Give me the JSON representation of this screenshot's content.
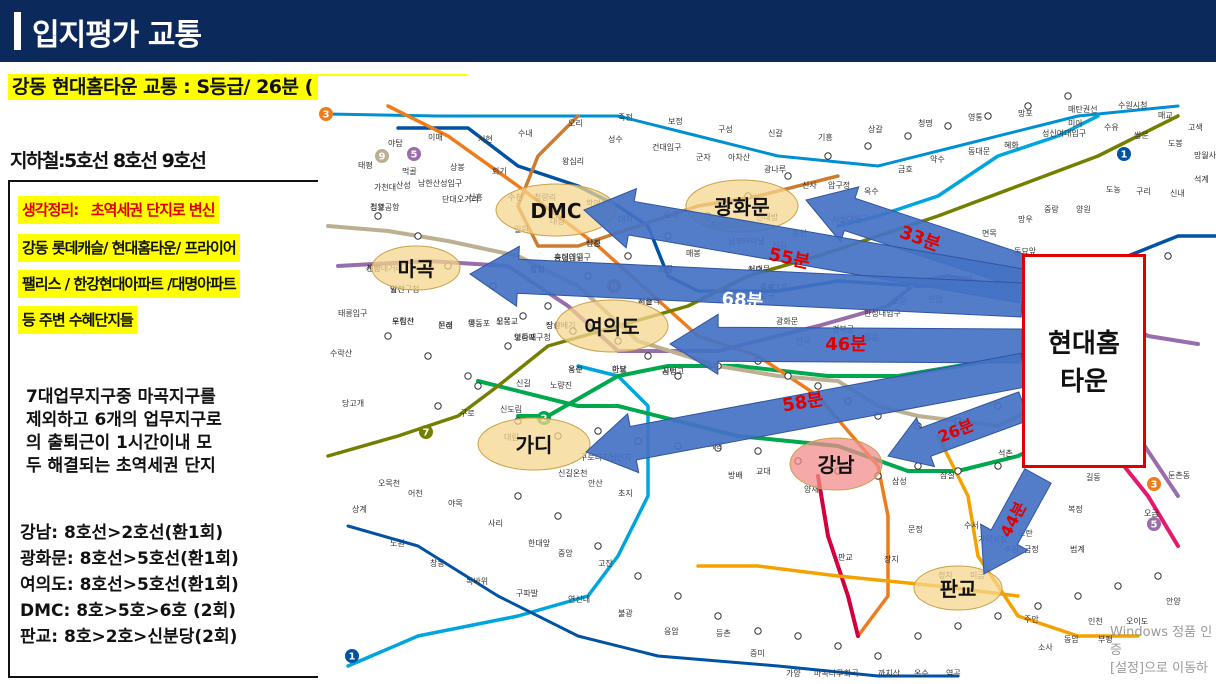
{
  "header": {
    "title": "입지평가 교통"
  },
  "subtitle": "강동 현대홈타운 교통 : S등급/ 26분 ( Door to door )",
  "subway_lines": "지하철:5호선 8호선 9호선",
  "notes": {
    "highlight_lines": [
      {
        "label": "생각정리:",
        "text": "초역세권 단지로 변신"
      },
      {
        "text": "강동 롯데캐슬/ 현대홈타운/ 프라이어"
      },
      {
        "text": "팰리스 / 한강현대아파트 /대명아파트"
      },
      {
        "text": "등 주변 수혜단지들"
      }
    ],
    "paragraph": [
      "7대업무지구중 마곡지구를",
      "제외하고 6개의 업무지구로",
      "의 출퇴근이 1시간이내 모",
      "두 해결되는 초역세권 단지"
    ],
    "routes": [
      "강남: 8호선>2호선(환1회)",
      "광화문: 8호선>5호선(환1회)",
      "여의도: 8호선>5호선(환1회)",
      "DMC: 8호>5호>6호 (2회)",
      "판교: 8호>2호>신분당(2회)"
    ]
  },
  "destination": {
    "line1": "현대홈",
    "line2": "타운"
  },
  "hubs": [
    {
      "key": "dmc",
      "label": "DMC"
    },
    {
      "key": "gwanghwamun",
      "label": "광화문"
    },
    {
      "key": "magok",
      "label": "마곡"
    },
    {
      "key": "yeouido",
      "label": "여의도"
    },
    {
      "key": "gasan",
      "label": "가디"
    },
    {
      "key": "gangnam",
      "label": "강남"
    },
    {
      "key": "pangyo",
      "label": "판교"
    }
  ],
  "times": {
    "gwanghwamun": "33분",
    "dmc": "55분",
    "magok": "68분",
    "yeouido": "46분",
    "gasan": "58분",
    "gangnam": "26분",
    "pangyo": "44분"
  },
  "stations": [
    "김포공항",
    "계양",
    "발산",
    "우장산",
    "신정",
    "목동",
    "오목교",
    "영등포구청",
    "당산",
    "합정",
    "홍대입구",
    "신촌",
    "이대",
    "서대문",
    "종로3가",
    "을지로입구",
    "시청",
    "서울역",
    "공덕",
    "마포",
    "용산",
    "노량진",
    "신길",
    "신도림",
    "구로",
    "대림",
    "구로디지털단지",
    "사당",
    "방배",
    "교대",
    "양재",
    "삼성",
    "잠실",
    "석촌",
    "천호",
    "길동",
    "둔촌동",
    "오금",
    "복정",
    "모란",
    "수서",
    "가락시장",
    "문정",
    "장지",
    "판교",
    "정자",
    "미금",
    "수원",
    "금정",
    "범계",
    "안양",
    "오이도",
    "인천",
    "부평",
    "동암",
    "주안",
    "소사",
    "역곡",
    "온수",
    "까치산",
    "화곡",
    "마곡나루",
    "가양",
    "증미",
    "등촌",
    "응암",
    "불광",
    "연신내",
    "구파발",
    "독바위",
    "창동",
    "노원",
    "상계",
    "당고개",
    "수락산",
    "태릉입구",
    "먹골",
    "상봉",
    "회기",
    "청량리",
    "왕십리",
    "성수",
    "건대입구",
    "군자",
    "아차산",
    "광나루",
    "신사",
    "압구정",
    "옥수",
    "금호",
    "약수",
    "동대문",
    "혜화",
    "성신여대입구",
    "미아",
    "수유",
    "쌍문",
    "도봉",
    "망월사",
    "석계",
    "신내",
    "구리",
    "도농",
    "양원",
    "중랑",
    "망우",
    "면목",
    "동묘앞",
    "제기동",
    "고려대",
    "안암",
    "보문",
    "한성대입구",
    "길음",
    "경복궁",
    "안국",
    "광화문",
    "서울대입구",
    "봉천",
    "신림",
    "신대방",
    "남부터미널",
    "매봉",
    "도곡",
    "대치",
    "학여울",
    "대청",
    "일원",
    "수진",
    "신흥",
    "단대오거리",
    "남한산성입구",
    "산성",
    "가천대",
    "태평",
    "야탑",
    "이매",
    "서현",
    "수내",
    "오리",
    "죽전",
    "보정",
    "구성",
    "신갈",
    "기흥",
    "상갈",
    "청명",
    "영통",
    "망포",
    "매탄권선",
    "수원시청",
    "매교",
    "고색",
    "오목천",
    "어천",
    "야목",
    "사리",
    "한대앞",
    "중앙",
    "고잔",
    "초지",
    "안산",
    "신길온천",
    "정왕",
    "신정네거리",
    "양천구청",
    "도림천",
    "문래",
    "영등포",
    "신풍",
    "보라매",
    "장승배기",
    "상도",
    "숭실대입구",
    "남성",
    "총신대입구",
    "이수",
    "동작",
    "흑석",
    "노들",
    "이촌",
    "서빙고",
    "한남",
    "옥수"
  ],
  "watermark": {
    "line1": "Windows 정품 인증",
    "line2": "[설정]으로 이동하"
  },
  "colors": {
    "header_bg": "#0b2a5b",
    "highlight": "#ffff00",
    "arrow": "#4472c4",
    "time_text": "#e00000",
    "dest_border": "#e00000",
    "hub_fill": "#f5d68f",
    "gangnam_fill": "#f28c8c",
    "line1": "#0052a4",
    "line2": "#00a84d",
    "line3": "#ef7c1c",
    "line4": "#00a5de",
    "line5": "#996cac",
    "line6": "#cd7c2f",
    "line7": "#747f00",
    "line8": "#e6186c",
    "line9": "#bdb092",
    "shinbundang": "#d4003b",
    "bundang": "#f5a200",
    "airport": "#0090d2"
  }
}
